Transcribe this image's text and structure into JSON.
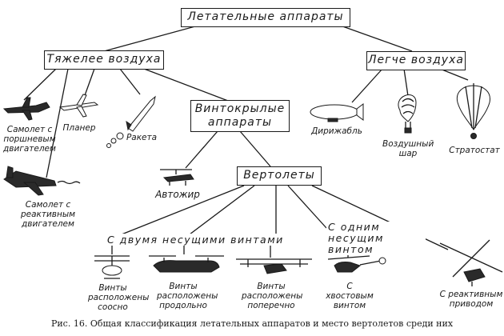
{
  "boxes": {
    "root": "Летательные аппараты",
    "heavier": "Тяжелее воздуха",
    "lighter": "Легче воздуха",
    "rotor": "Винтокрылые аппараты",
    "heli": "Вертолеты"
  },
  "groups": {
    "two_rotors": "С двумя несущими винтами",
    "one_rotor": "С одним несущим винтом"
  },
  "labels": {
    "piston": "Самолет с поршневым двигателем",
    "glider": "Планер",
    "rocket": "Ракета",
    "jet": "Самолет с реактивным двигателем",
    "autogyro": "Автожир",
    "airship": "Дирижабль",
    "balloon": "Воздушный шар",
    "stratostat": "Стратостат",
    "coaxial": "Винты расположены соосно",
    "tandem": "Винты расположены продольно",
    "transverse": "Винты расположены поперечно",
    "tail": "С хвостовым винтом",
    "jetdrive": "С реактивным приводом"
  },
  "caption": "Рис. 16. Общая классификация летательных аппаратов и место вертолетов среди них"
}
